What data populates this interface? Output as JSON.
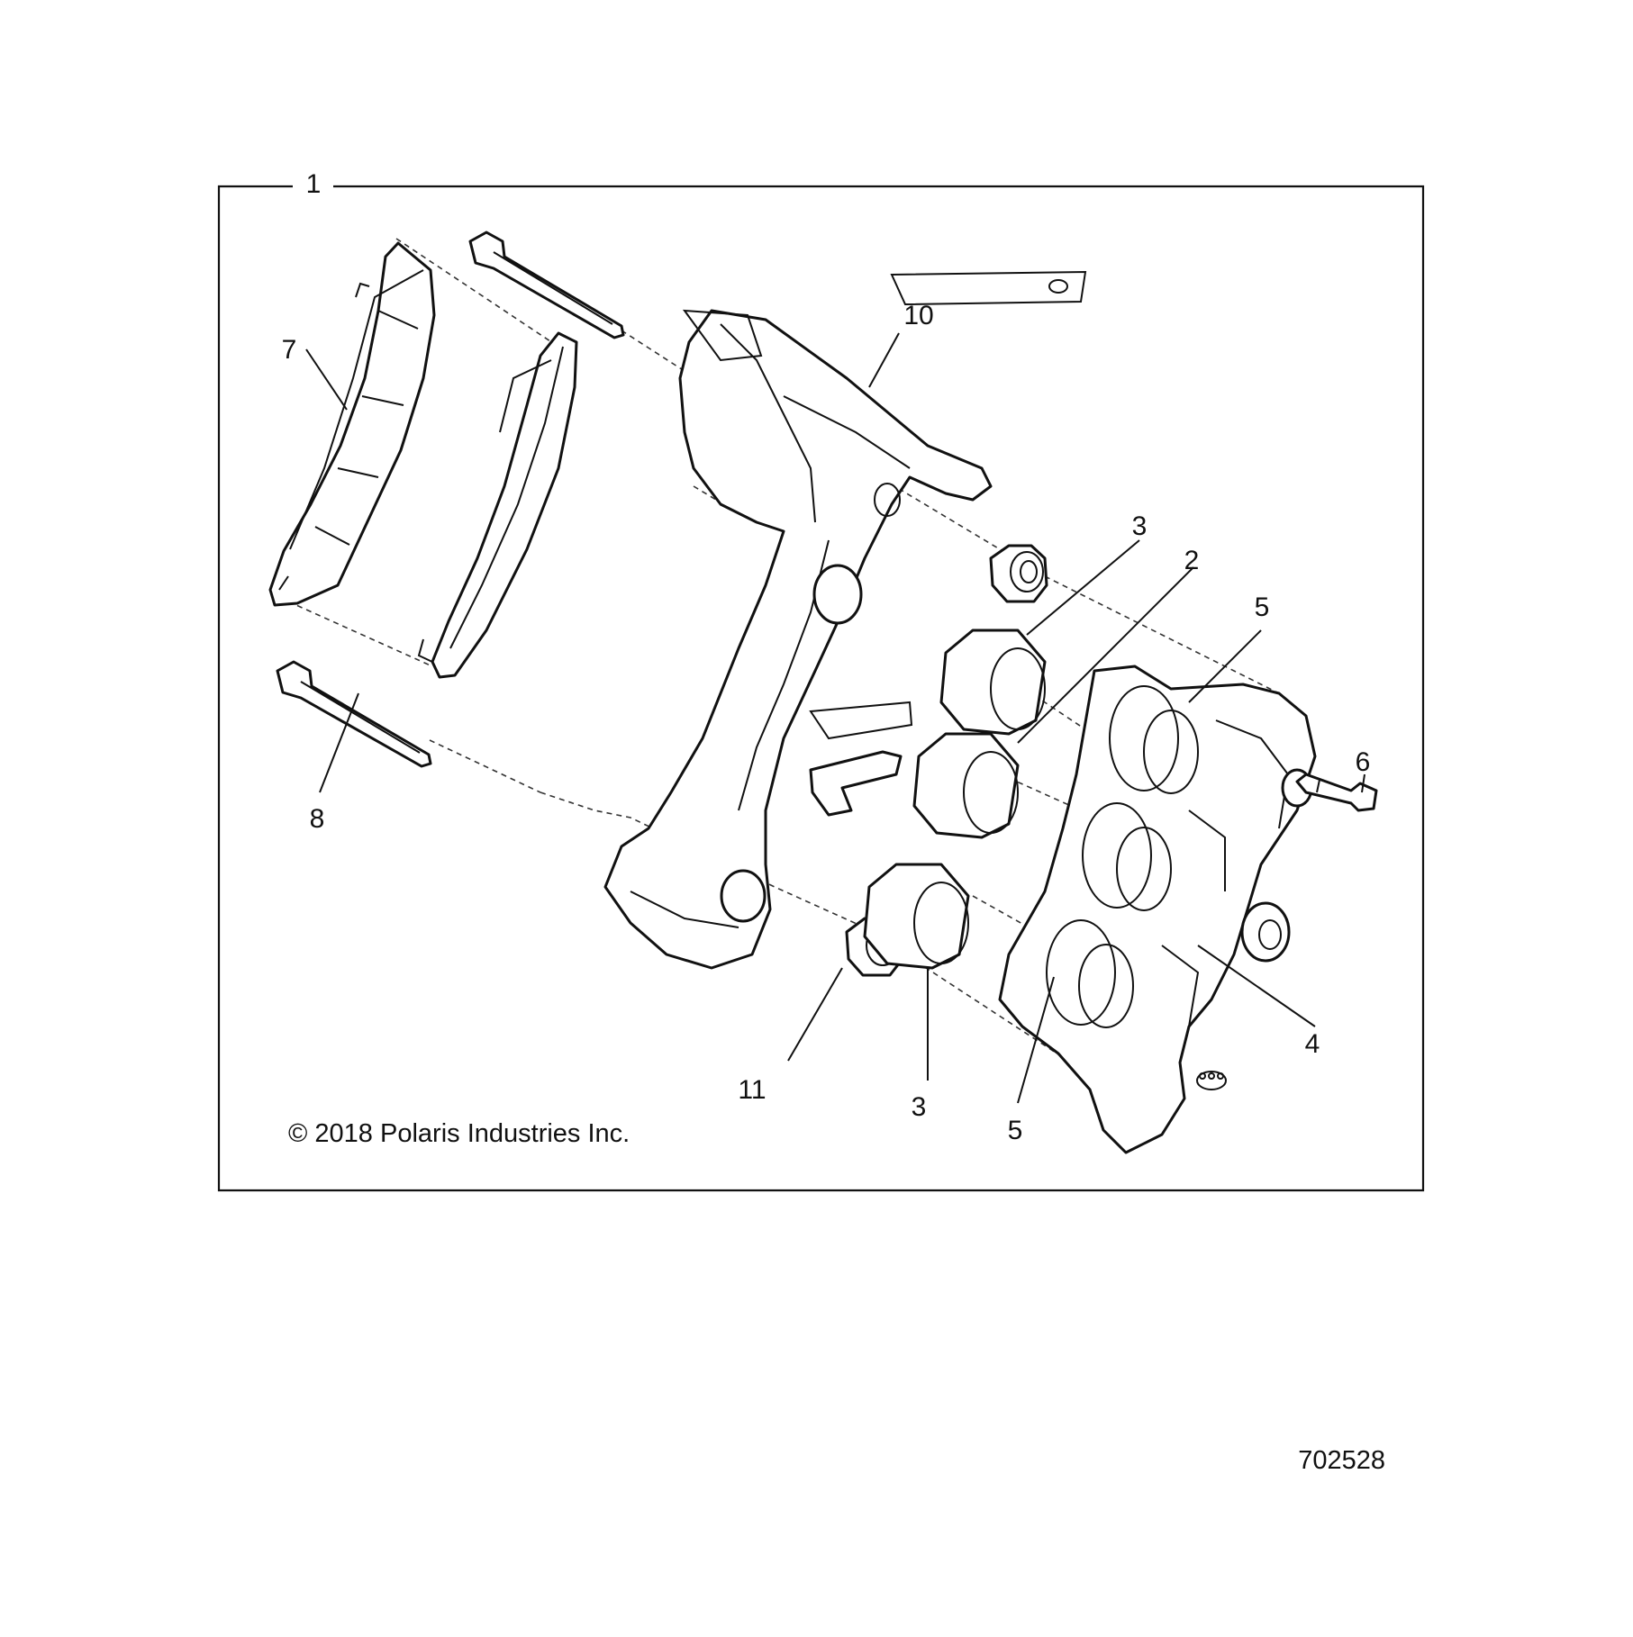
{
  "diagram": {
    "callouts": [
      {
        "id": "callout-1",
        "text": "1"
      },
      {
        "id": "callout-2",
        "text": "2"
      },
      {
        "id": "callout-3-top",
        "text": "3"
      },
      {
        "id": "callout-3-bottom",
        "text": "3"
      },
      {
        "id": "callout-4",
        "text": "4"
      },
      {
        "id": "callout-5-top",
        "text": "5"
      },
      {
        "id": "callout-5-bottom",
        "text": "5"
      },
      {
        "id": "callout-6",
        "text": "6"
      },
      {
        "id": "callout-7",
        "text": "7"
      },
      {
        "id": "callout-8",
        "text": "8"
      },
      {
        "id": "callout-10",
        "text": "10"
      },
      {
        "id": "callout-11",
        "text": "11"
      }
    ],
    "copyright": "© 2018 Polaris Industries Inc.",
    "drawing_number": "702528"
  }
}
